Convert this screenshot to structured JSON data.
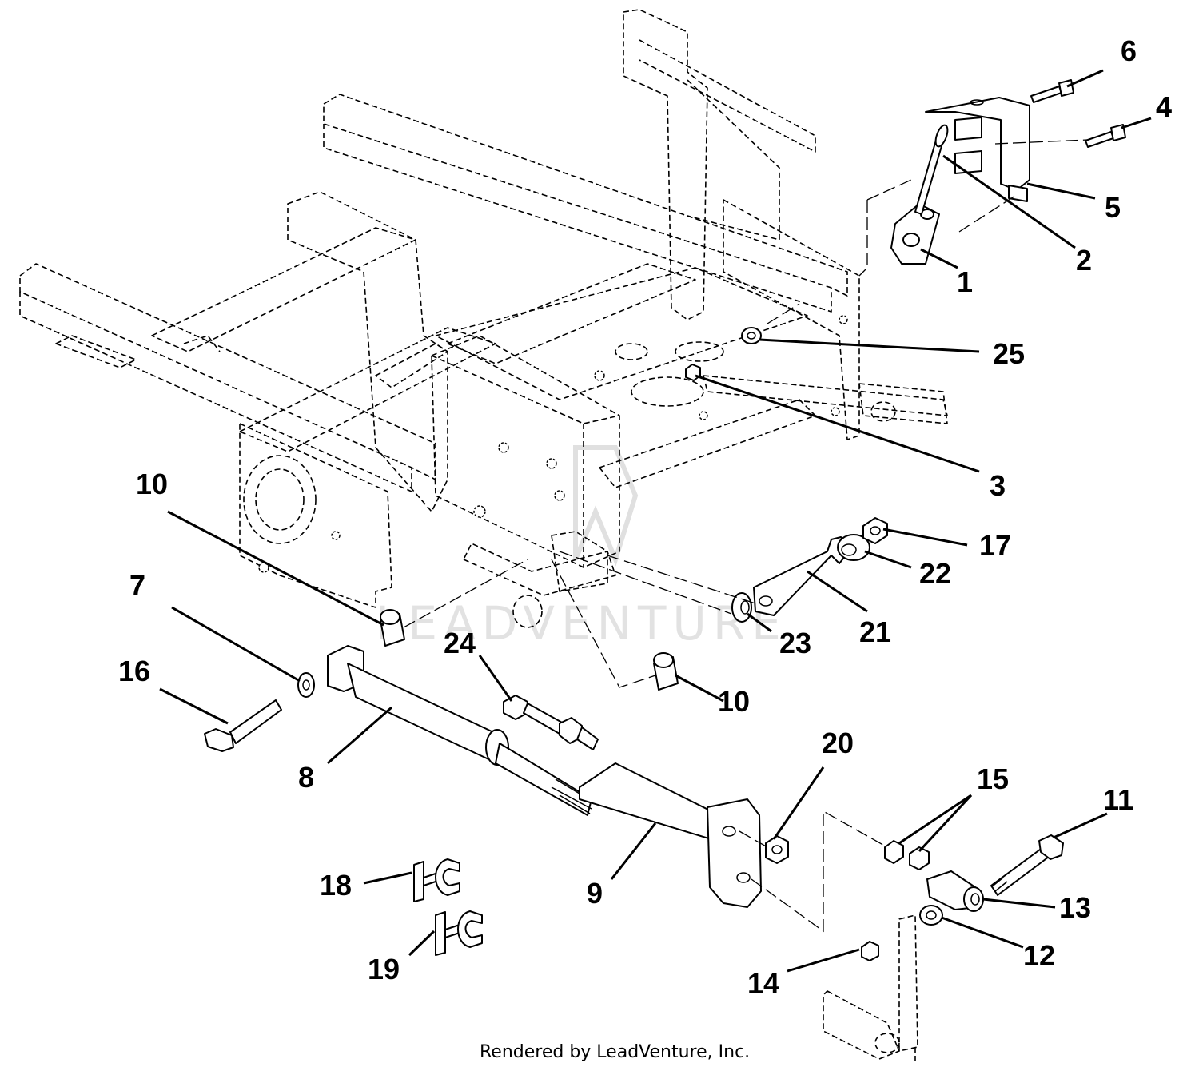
{
  "callouts": [
    {
      "id": "c1",
      "text": "1"
    },
    {
      "id": "c2",
      "text": "2"
    },
    {
      "id": "c3",
      "text": "3"
    },
    {
      "id": "c4",
      "text": "4"
    },
    {
      "id": "c5",
      "text": "5"
    },
    {
      "id": "c6",
      "text": "6"
    },
    {
      "id": "c7",
      "text": "7"
    },
    {
      "id": "c8",
      "text": "8"
    },
    {
      "id": "c9",
      "text": "9"
    },
    {
      "id": "c10a",
      "text": "10"
    },
    {
      "id": "c10b",
      "text": "10"
    },
    {
      "id": "c11",
      "text": "11"
    },
    {
      "id": "c12",
      "text": "12"
    },
    {
      "id": "c13",
      "text": "13"
    },
    {
      "id": "c14",
      "text": "14"
    },
    {
      "id": "c15",
      "text": "15"
    },
    {
      "id": "c16",
      "text": "16"
    },
    {
      "id": "c17",
      "text": "17"
    },
    {
      "id": "c18",
      "text": "18"
    },
    {
      "id": "c19",
      "text": "19"
    },
    {
      "id": "c20",
      "text": "20"
    },
    {
      "id": "c21",
      "text": "21"
    },
    {
      "id": "c22",
      "text": "22"
    },
    {
      "id": "c23",
      "text": "23"
    },
    {
      "id": "c24",
      "text": "24"
    },
    {
      "id": "c25",
      "text": "25"
    }
  ],
  "watermark": "LEADVENTURE",
  "footer": "Rendered by LeadVenture, Inc."
}
